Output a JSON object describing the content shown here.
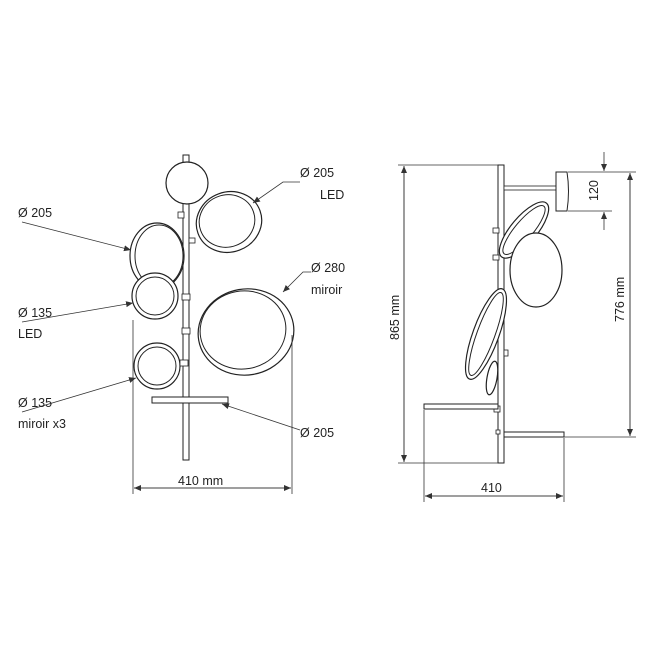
{
  "front_view": {
    "callouts": {
      "c1_size": "Ø 205",
      "c1_type": "LED",
      "c2_size": "Ø 205",
      "c3_size": "Ø 280",
      "c3_type": "miroir",
      "c4_size": "Ø 135",
      "c4_type": "LED",
      "c5_size": "Ø 135",
      "c5_type": "miroir x3",
      "c6_size": "Ø 205"
    },
    "width_label": "410 mm"
  },
  "side_view": {
    "height_total": "865 mm",
    "height_upper": "776 mm",
    "height_top": "120",
    "width_label": "410"
  }
}
